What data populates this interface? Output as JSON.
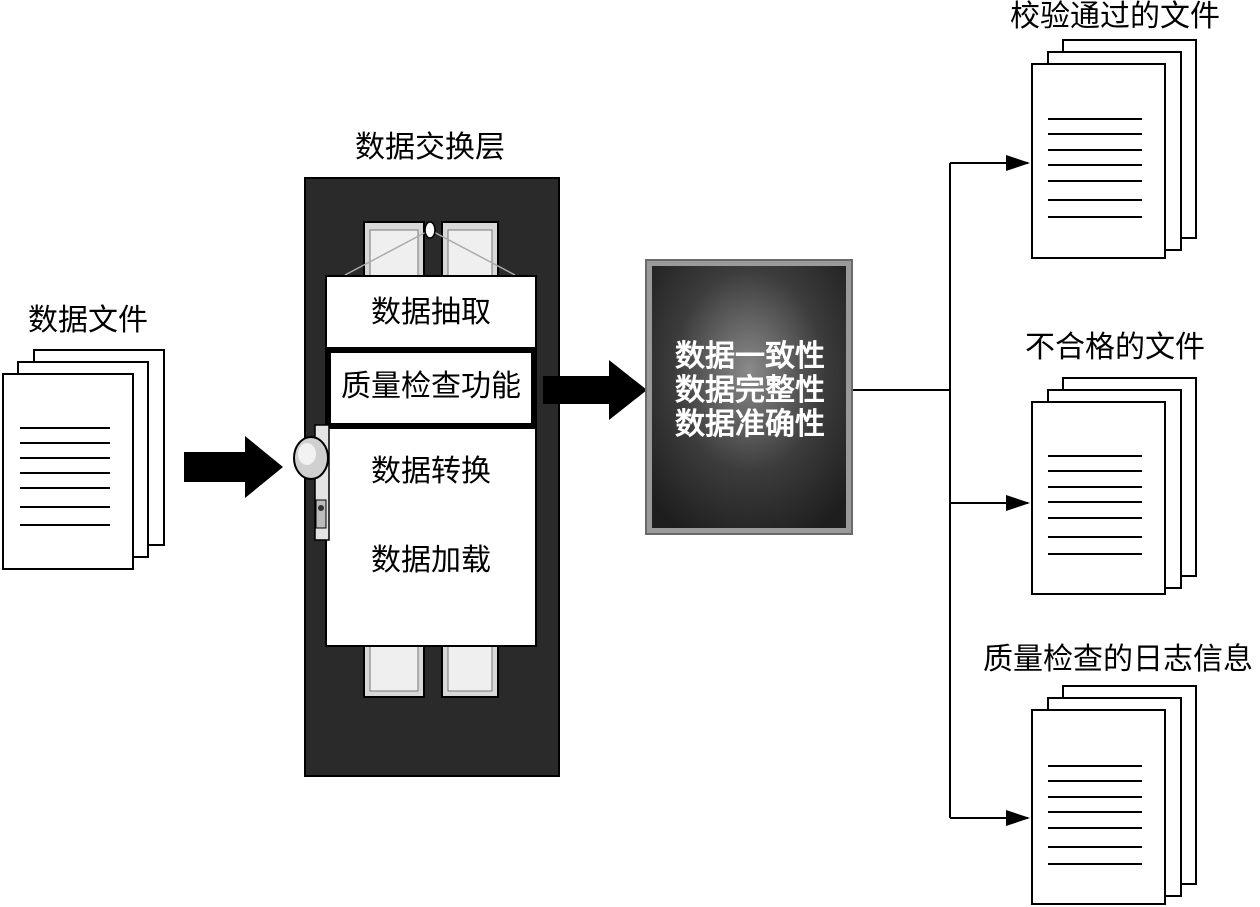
{
  "source": {
    "label": "数据文件"
  },
  "exchange_layer": {
    "title": "数据交换层",
    "steps": [
      "数据抽取",
      "质量检查功能",
      "数据转换",
      "数据加载"
    ]
  },
  "checks": [
    "数据一致性",
    "数据完整性",
    "数据准确性"
  ],
  "outputs": [
    "校验通过的文件",
    "不合格的文件",
    "质量检查的日志信息"
  ]
}
